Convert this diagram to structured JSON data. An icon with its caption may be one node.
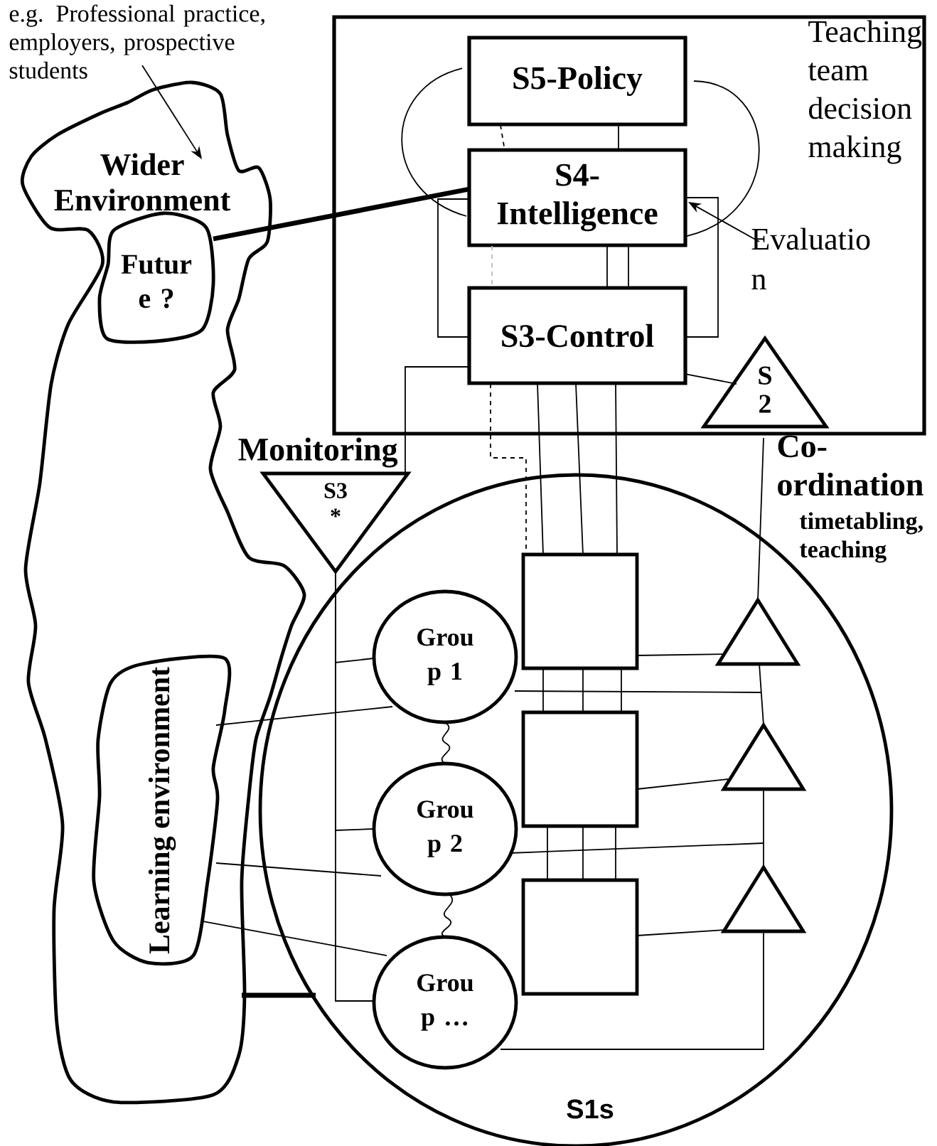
{
  "diagram": {
    "nodes": [
      {
        "text": [
          "e.g. Professional practice, employers, prospective students"
        ]
      },
      {
        "text": [
          "Wider Environment"
        ]
      },
      {
        "text": [
          "Futur e ?"
        ],
        "in": 1
      },
      {
        "text": [
          "Learning environment"
        ],
        "in": 1
      },
      {
        "text": [
          "Teaching team decision making"
        ]
      },
      {
        "text": [
          "S5-Policy"
        ],
        "in": 4
      },
      {
        "text": [
          "S4- Intelligence"
        ],
        "in": 4
      },
      {
        "text": [
          "S3-Control"
        ],
        "in": 4
      },
      {
        "text": [
          "Evaluatio n"
        ],
        "in": 4
      },
      {
        "text": [
          "S 2"
        ],
        "in": 4
      },
      {
        "text": [
          "Monitoring",
          "S3 *"
        ]
      },
      {
        "text": [
          "S1s"
        ]
      },
      {
        "text": [
          "Grou p 1"
        ],
        "in": 11
      },
      {
        "text": [
          "Grou p 2"
        ],
        "in": 11
      },
      {
        "text": [
          "Grou p …"
        ],
        "in": 11
      },
      {
        "text": [],
        "shape": "box",
        "in": 11
      },
      {
        "text": [],
        "shape": "box",
        "in": 11
      },
      {
        "text": [],
        "shape": "box",
        "in": 11
      },
      {
        "text": [],
        "shape": "triangle",
        "in": 11
      },
      {
        "text": [],
        "shape": "triangle",
        "in": 11
      },
      {
        "text": [],
        "shape": "triangle",
        "in": 11
      }
    ],
    "edges": [
      {
        "from": 0,
        "to": 1,
        "arrow": "to"
      },
      {
        "from": 2,
        "to": 6,
        "arrow": "none",
        "style": "thick"
      },
      {
        "from": 8,
        "to": 6,
        "arrow": "to"
      },
      {
        "from": 5,
        "to": 6,
        "arrow": "none"
      },
      {
        "from": 5,
        "to": 6,
        "arrow": "none",
        "style": "dashed"
      },
      {
        "from": 5,
        "to": 6,
        "arrow": "none"
      },
      {
        "from": 5,
        "to": 6,
        "arrow": "none"
      },
      {
        "from": 6,
        "to": 7,
        "arrow": "none",
        "style": "dashed",
        "color": "#bbbbbb"
      },
      {
        "from": 6,
        "to": 7,
        "arrow": "none"
      },
      {
        "from": 6,
        "to": 7,
        "arrow": "none"
      },
      {
        "from": 6,
        "to": 7,
        "arrow": "none"
      },
      {
        "from": 6,
        "to": 7,
        "arrow": "none"
      },
      {
        "from": 7,
        "to": 9,
        "arrow": "none"
      },
      {
        "from": 7,
        "to": 10,
        "arrow": "none"
      },
      {
        "from": 7,
        "to": 15,
        "arrow": "none",
        "style": "dashed"
      },
      {
        "from": 7,
        "to": 15,
        "arrow": "none"
      },
      {
        "from": 7,
        "to": 15,
        "arrow": "none"
      },
      {
        "from": 7,
        "to": 15,
        "arrow": "none"
      },
      {
        "from": 15,
        "to": 16,
        "arrow": "none"
      },
      {
        "from": 15,
        "to": 16,
        "arrow": "none"
      },
      {
        "from": 15,
        "to": 16,
        "arrow": "none"
      },
      {
        "from": 16,
        "to": 17,
        "arrow": "none"
      },
      {
        "from": 16,
        "to": 17,
        "arrow": "none"
      },
      {
        "from": 16,
        "to": 17,
        "arrow": "none"
      },
      {
        "from": 9,
        "to": 18,
        "arrow": "none"
      },
      {
        "from": 18,
        "to": 19,
        "arrow": "none"
      },
      {
        "from": 19,
        "to": 20,
        "arrow": "none"
      },
      {
        "from": 15,
        "to": 18,
        "arrow": "none"
      },
      {
        "from": 16,
        "to": 19,
        "arrow": "none"
      },
      {
        "from": 17,
        "to": 20,
        "arrow": "none"
      },
      {
        "from": 12,
        "to": null,
        "arrow": "none"
      },
      {
        "from": 13,
        "to": null,
        "arrow": "none"
      },
      {
        "from": 14,
        "to": 20,
        "arrow": "none"
      },
      {
        "from": 10,
        "to": 12,
        "arrow": "none"
      },
      {
        "from": 10,
        "to": 13,
        "arrow": "none"
      },
      {
        "from": 10,
        "to": 14,
        "arrow": "none"
      },
      {
        "from": 12,
        "to": 13,
        "arrow": "none"
      },
      {
        "from": 13,
        "to": 14,
        "arrow": "none"
      },
      {
        "from": 3,
        "to": 12,
        "arrow": "none"
      },
      {
        "from": 3,
        "to": 13,
        "arrow": "none"
      },
      {
        "from": 3,
        "to": 14,
        "arrow": "none"
      },
      {
        "from": 1,
        "to": 11,
        "arrow": "none",
        "style": "thick"
      }
    ],
    "labels": [
      "Co- ordination",
      "timetabling, teaching"
    ]
  }
}
